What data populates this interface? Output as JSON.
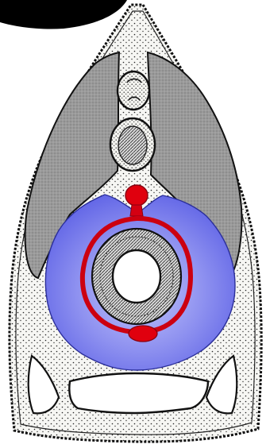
{
  "diagram": {
    "structures": [
      "outer-body-wall",
      "left-muscle-block",
      "right-muscle-block",
      "neural-tube",
      "notochord",
      "dorsal-blood-vessel",
      "coelom",
      "gut-wall",
      "gut-lumen",
      "ventral-blood-vessel",
      "ventral-chamber",
      "left-ventral-lobe",
      "right-ventral-lobe"
    ],
    "colors": {
      "body_tissue": "#f6f6f3",
      "outline": "#1a1a1a",
      "muscle": "#9a9a9a",
      "coelom": "#5f63e6",
      "coelom_light": "#c4c6fb",
      "blood": "#e0000e",
      "vessel_outline": "#8a0010",
      "gut_wall": "#6c6c6c",
      "corner_mask": "#000000"
    }
  }
}
